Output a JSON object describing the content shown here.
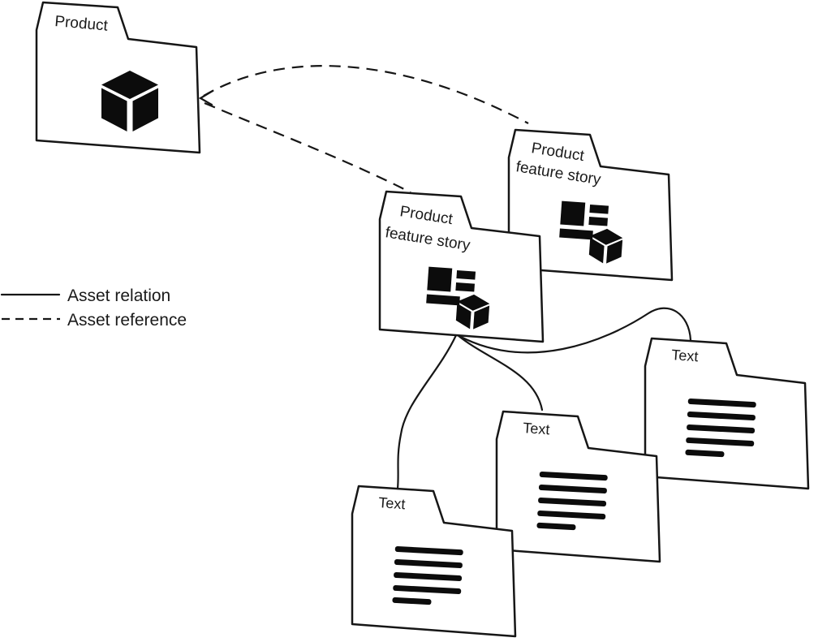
{
  "diagram": {
    "colors": {
      "background": "#ffffff",
      "line": "#161616",
      "icon": "#0c0c0c",
      "text": "#1a1a1a"
    },
    "legend": {
      "items": [
        {
          "style": "solid",
          "label": "Asset relation"
        },
        {
          "style": "dashed",
          "label": "Asset reference"
        }
      ]
    },
    "folders": [
      {
        "id": "product",
        "label_lines": [
          "Product"
        ],
        "icon": "cube-icon"
      },
      {
        "id": "product-feature-story-right",
        "label_lines": [
          "Product",
          "feature story"
        ],
        "icon": "content-blocks-cube-icon"
      },
      {
        "id": "product-feature-story-middle",
        "label_lines": [
          "Product",
          "feature story"
        ],
        "icon": "content-blocks-cube-icon"
      },
      {
        "id": "text-right",
        "label_lines": [
          "Text"
        ],
        "icon": "text-lines-icon"
      },
      {
        "id": "text-middle",
        "label_lines": [
          "Text"
        ],
        "icon": "text-lines-icon"
      },
      {
        "id": "text-bottom",
        "label_lines": [
          "Text"
        ],
        "icon": "text-lines-icon"
      }
    ],
    "connections": [
      {
        "type": "asset-reference",
        "style": "dashed",
        "from": "product-feature-story-right",
        "to": "product"
      },
      {
        "type": "asset-reference",
        "style": "dashed",
        "from": "product-feature-story-middle",
        "to": "product"
      },
      {
        "type": "asset-relation",
        "style": "solid",
        "from": "product-feature-story-middle",
        "to": "text-bottom"
      },
      {
        "type": "asset-relation",
        "style": "solid",
        "from": "product-feature-story-middle",
        "to": "text-middle"
      },
      {
        "type": "asset-relation",
        "style": "solid",
        "from": "product-feature-story-middle",
        "to": "text-right"
      }
    ]
  }
}
